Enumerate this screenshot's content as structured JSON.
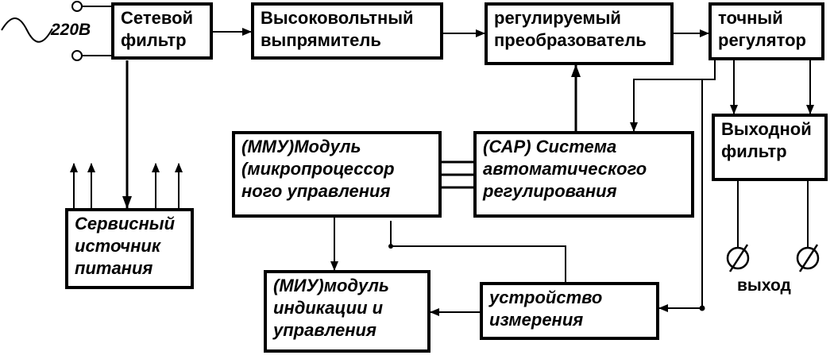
{
  "input": {
    "voltage": "220В"
  },
  "blocks": {
    "network_filter": "Сетевой\nфильтр",
    "hv_rectifier": "Высоковольтный\nвыпрямитель",
    "adjustable_converter": "регулируемый\nпреобразователь",
    "precise_regulator": "точный\nрегулятор",
    "output_filter": "Выходной\nфильтр",
    "mcu_module": "(ММУ)Модуль\n(микропроцессор\nного управления",
    "auto_regulation": "(САР) Система\nавтоматического\nрегулирования",
    "service_power": "Сервисный\nисточник\nпитания",
    "indication_module": "(МИУ)модуль\nиндикации и\nуправления",
    "measurement_device": "устройство\nизмерения"
  },
  "output": {
    "label": "выход"
  },
  "colors": {
    "ink": "#000000",
    "background": "#ffffff"
  }
}
